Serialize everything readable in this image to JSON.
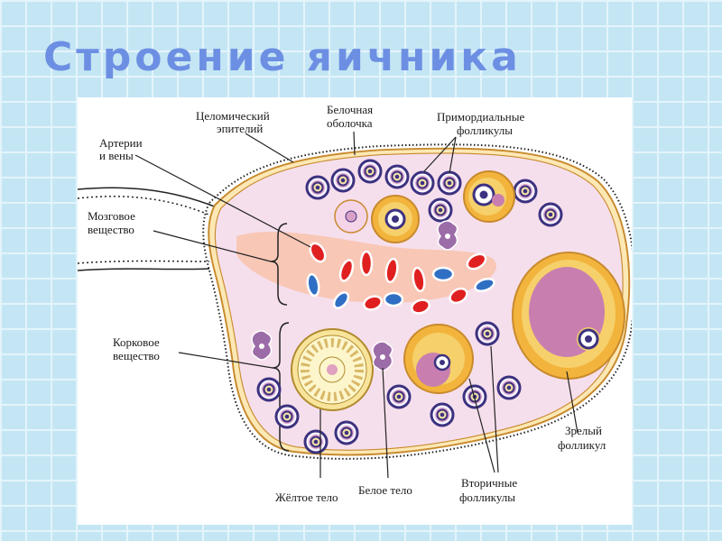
{
  "slide": {
    "title": "Строение яичника"
  },
  "labels": {
    "coelomic_epithelium": [
      "Целомический",
      "эпителий"
    ],
    "tunica_albuginea": [
      "Белочная",
      "оболочка"
    ],
    "primordial_follicles": [
      "Примордиальные",
      "фолликулы"
    ],
    "arteries_veins": [
      "Артерии",
      "и вены"
    ],
    "medulla": [
      "Мозговое",
      "вещество"
    ],
    "cortex": [
      "Корковое",
      "вещество"
    ],
    "mature_follicle": [
      "Зрелый",
      "фолликул"
    ],
    "corpus_luteum": "Жёлтое тело",
    "corpus_albicans": "Белое тело",
    "secondary_follicles": [
      "Вторичные",
      "фолликулы"
    ]
  },
  "colors": {
    "title": "#6d8fe3",
    "ovary_fill": "#f6dfec",
    "outer_band": "#fce8b4",
    "medulla_band": "#f8c4b0",
    "artery": "#e02020",
    "vein": "#2e6fc4",
    "follicle_ring": "#f2b43c",
    "follicle_antrum": "#c87fb0",
    "oocyte_ring": "#3c3280",
    "corpus_luteum_fill": "#fdf6cc",
    "corpus_albicans_fill": "#9c6ca8"
  }
}
